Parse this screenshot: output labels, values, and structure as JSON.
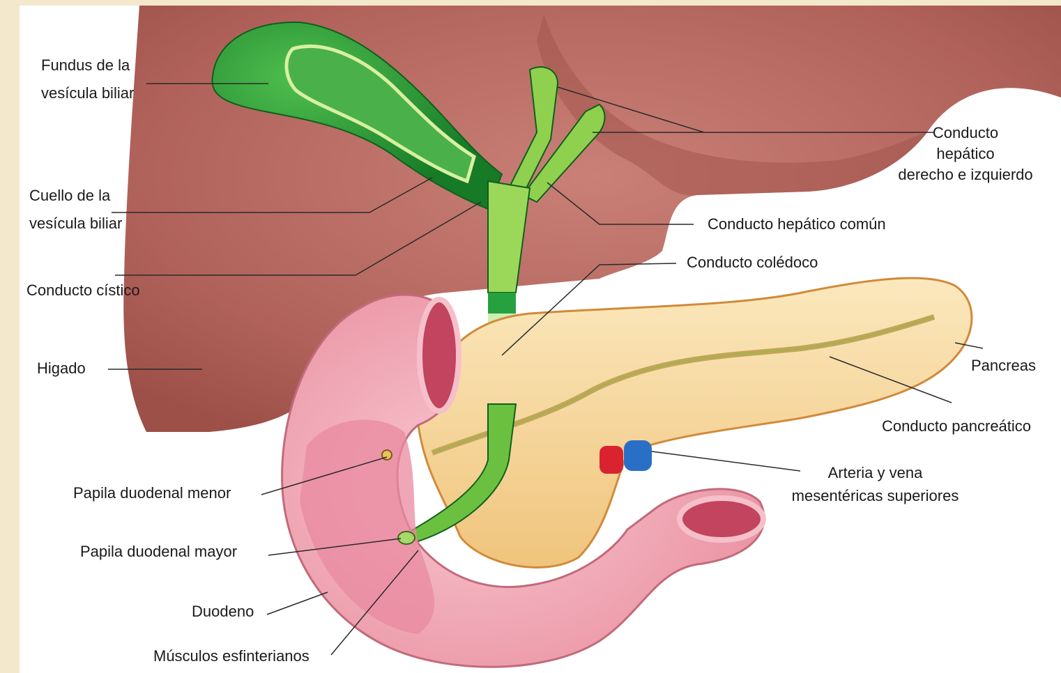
{
  "labels": {
    "fundus": [
      "Fundus de la",
      "vesícula biliar"
    ],
    "hepatic_ducts": [
      "Conducto",
      "hepático",
      "derecho e izquierdo"
    ],
    "neck": [
      "Cuello de la",
      "vesícula biliar"
    ],
    "common_hepatic": "Conducto hepático común",
    "common_bile": "Conducto colédoco",
    "cystic": "Conducto cístico",
    "liver": "Higado",
    "pancreas": "Pancreas",
    "pancreatic_duct": "Conducto pancreático",
    "minor_papilla": "Papila duodenal menor",
    "vessels": [
      "Arteria y vena",
      "mesentéricas superiores"
    ],
    "major_papilla": "Papila duodenal mayor",
    "duodenum": "Duodeno",
    "sphincter": "Músculos esfinterianos"
  },
  "colors": {
    "background": "#f3e8cc",
    "liver": "#b7685f",
    "gallbladder": "#2f9a3a",
    "bile_duct": "#7cc440",
    "pancreas": "#f4d79a",
    "duodenum": "#f2a7b3",
    "artery": "#d9232e",
    "vein": "#2a6fc6"
  }
}
